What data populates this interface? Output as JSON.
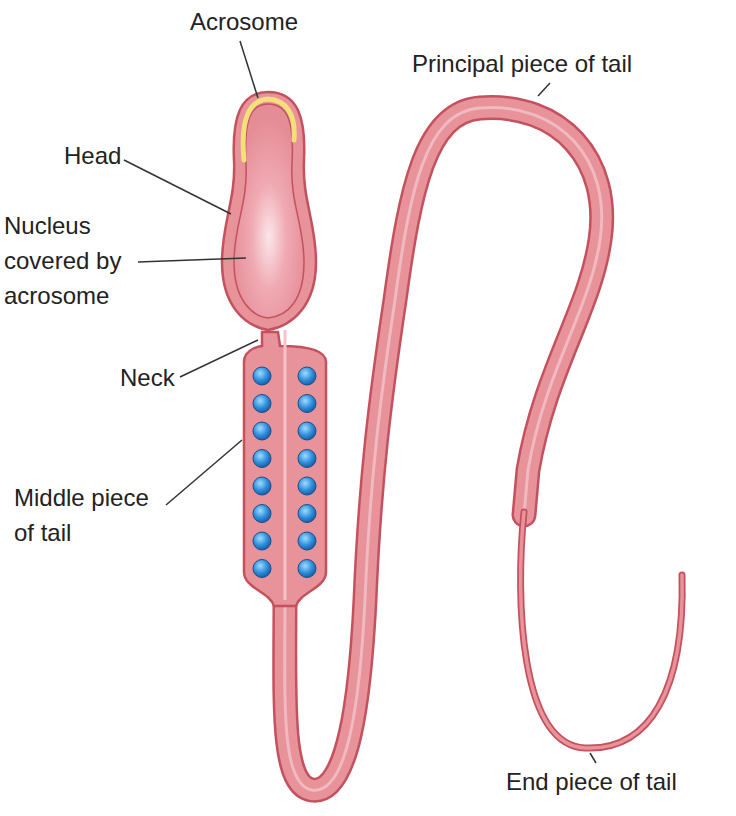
{
  "diagram": {
    "labels": [
      "Acrosome",
      "Principal piece of tail",
      "Head",
      "Nucleus covered by acrosome",
      "Neck",
      "Middle piece of tail",
      "End piece of tail"
    ]
  }
}
